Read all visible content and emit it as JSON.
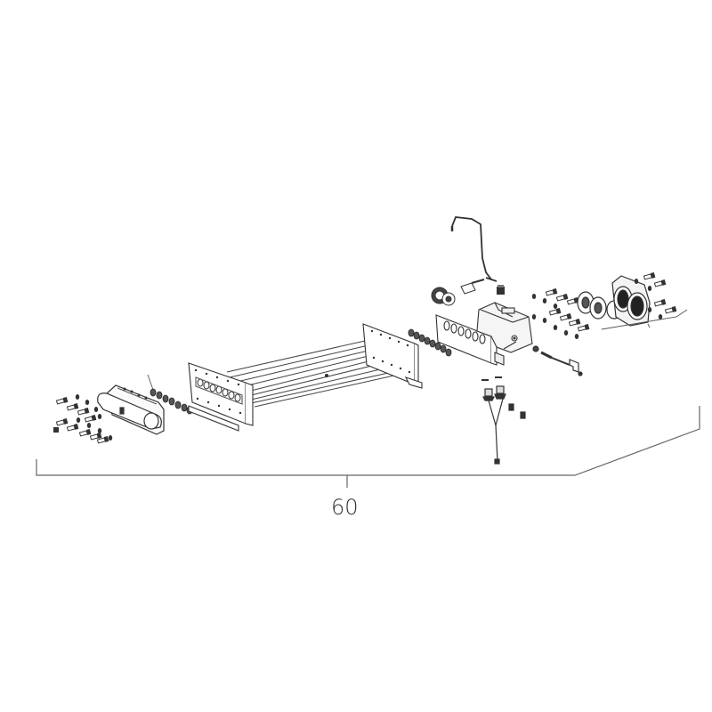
{
  "diagram": {
    "type": "exploded-parts-view",
    "callouts": [
      {
        "label": "60",
        "target": "full-assembly-bracket"
      }
    ],
    "colors": {
      "line": "#3a3a3a",
      "fill_light": "#f2f2f2",
      "fill_dark": "#2a2a2a",
      "background": "#ffffff"
    },
    "parts": [
      "left-screw-set",
      "left-end-cap",
      "left-o-ring-set",
      "tube-bundle-assembly",
      "right-o-ring-set",
      "pump-head-manifold",
      "bent-pipe",
      "valve-fitting",
      "plug",
      "center-screw-set",
      "seal-rings",
      "bearing-housing",
      "right-bolt-set",
      "sensor-rod",
      "y-cable-sensors"
    ]
  }
}
